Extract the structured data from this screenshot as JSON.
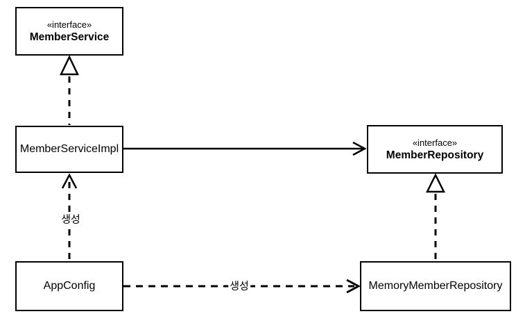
{
  "diagram": {
    "nodes": {
      "member_service": {
        "stereotype": "«interface»",
        "name": "MemberService"
      },
      "member_service_impl": {
        "name": "MemberServiceImpl"
      },
      "member_repository": {
        "stereotype": "«interface»",
        "name": "MemberRepository"
      },
      "app_config": {
        "name": "AppConfig"
      },
      "memory_member_repository": {
        "name": "MemoryMemberRepository"
      }
    },
    "edges": {
      "impl_realizes_service": {
        "type": "realization",
        "from": "MemberServiceImpl",
        "to": "MemberService",
        "style": "dashed-line-hollow-triangle",
        "label": ""
      },
      "impl_uses_repository": {
        "type": "association",
        "from": "MemberServiceImpl",
        "to": "MemberRepository",
        "style": "solid-line-open-arrow",
        "label": ""
      },
      "config_creates_impl": {
        "type": "dependency",
        "from": "AppConfig",
        "to": "MemberServiceImpl",
        "style": "dashed-line-open-arrow",
        "label": "생성"
      },
      "config_creates_memory_repository": {
        "type": "dependency",
        "from": "AppConfig",
        "to": "MemoryMemberRepository",
        "style": "dashed-line-open-arrow",
        "label": "생성"
      },
      "memory_repo_realizes_repository": {
        "type": "realization",
        "from": "MemoryMemberRepository",
        "to": "MemberRepository",
        "style": "dashed-line-hollow-triangle",
        "label": ""
      }
    },
    "colors": {
      "line": "#000000",
      "box_border": "#000000",
      "box_fill": "#ffffff",
      "background": "#ffffff"
    }
  }
}
